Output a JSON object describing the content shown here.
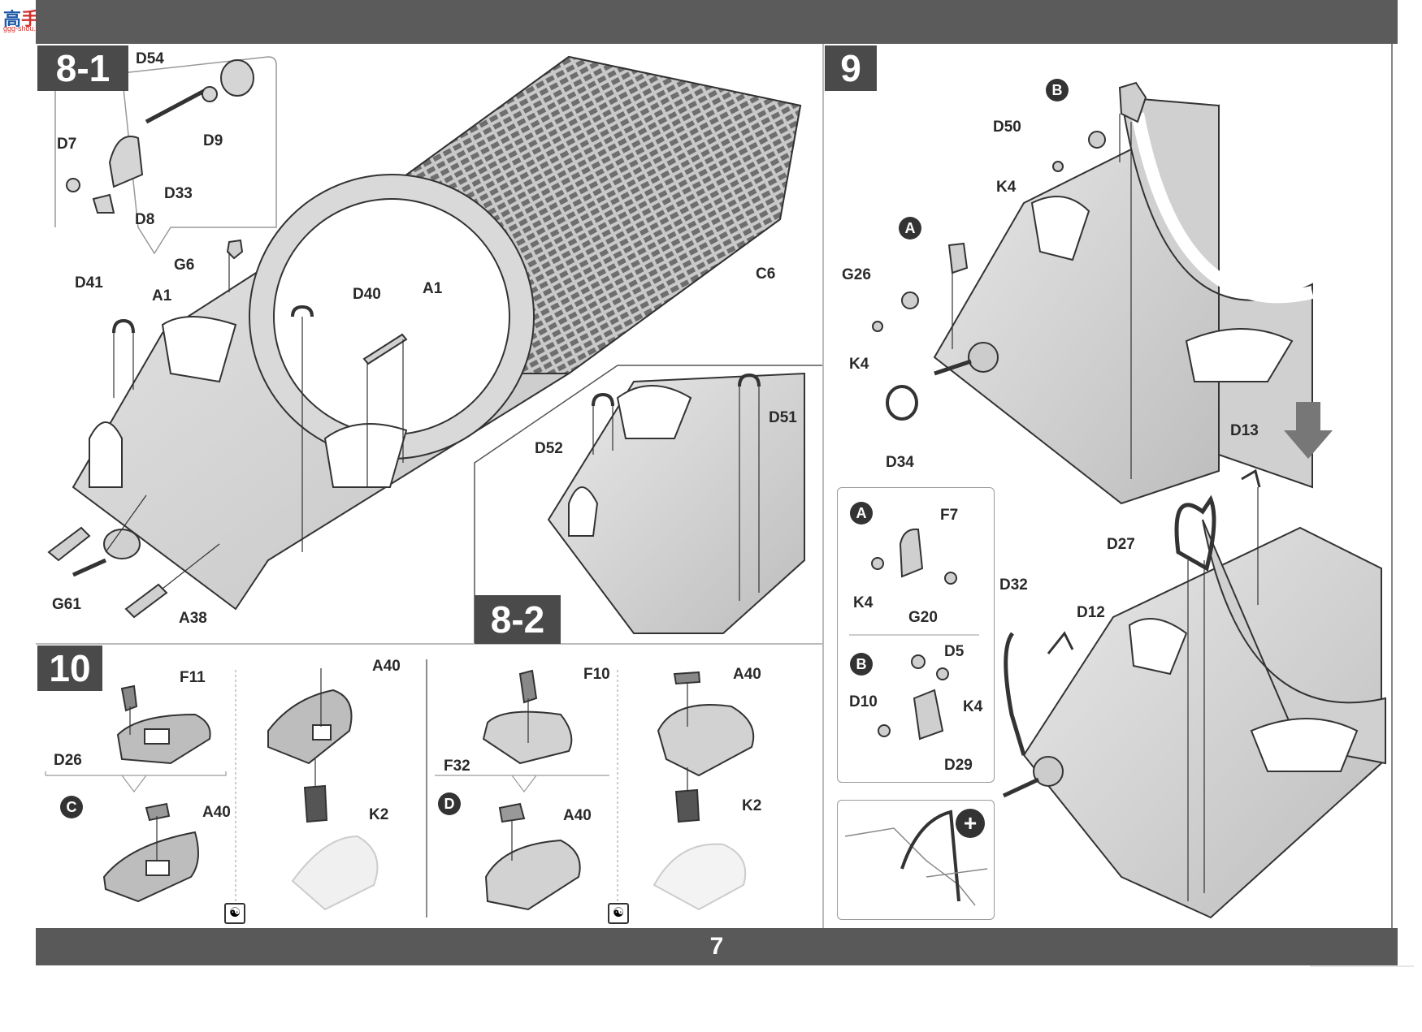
{
  "page_number": "7",
  "watermark": {
    "chars": "高",
    "chars_red": "手网",
    "url": "ggg-shou.com"
  },
  "steps": {
    "s81": "8-1",
    "s82": "8-2",
    "s9": "9",
    "s10": "10"
  },
  "labels": {
    "D54": "D54",
    "D9": "D9",
    "D7": "D7",
    "D33": "D33",
    "D8": "D8",
    "G6": "G6",
    "D41": "D41",
    "A1a": "A1",
    "D40": "D40",
    "A1b": "A1",
    "C6": "C6",
    "G61": "G61",
    "A38": "A38",
    "D52": "D52",
    "D51": "D51",
    "B_circle": "B",
    "D50": "D50",
    "K4a": "K4",
    "A_circle": "A",
    "G26": "G26",
    "K4b": "K4",
    "D34": "D34",
    "D13": "D13",
    "D27": "D27",
    "D32": "D32",
    "D12": "D12",
    "boxA": "A",
    "F7": "F7",
    "K4c": "K4",
    "G20": "G20",
    "boxB": "B",
    "D5": "D5",
    "D10": "D10",
    "K4d": "K4",
    "D29": "D29",
    "zoom": "+",
    "F11": "F11",
    "D26": "D26",
    "C_circle": "C",
    "A40a": "A40",
    "A40b": "A40",
    "K2a": "K2",
    "F10": "F10",
    "F32": "F32",
    "D_circle": "D",
    "A40c": "A40",
    "A40d": "A40",
    "K2b": "K2"
  },
  "colors": {
    "bar": "#5b5b5b",
    "badge": "#4a4a4a",
    "part": "#d8d8d8",
    "line": "#333333"
  }
}
